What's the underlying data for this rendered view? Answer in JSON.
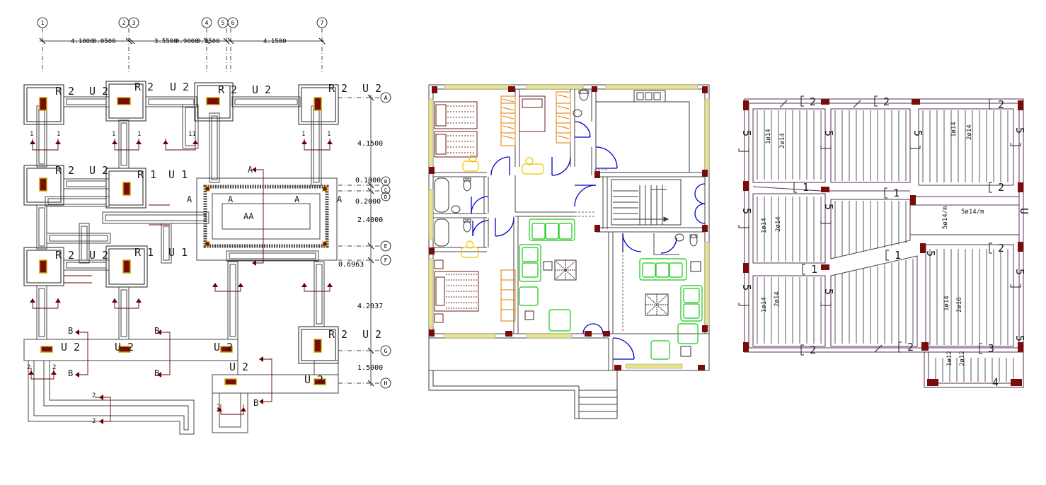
{
  "colors": {
    "wall": "#4a4a4a",
    "outline": "#3a3a3a",
    "column": "#7a0c0c",
    "section_mark": "#6b0000",
    "rebar": "#5a2d5a",
    "furniture_green": "#18c818",
    "wardrobe_orange": "#e07a00",
    "sanitary_yellow": "#f2c200",
    "window_yellow": "#e8e48a",
    "door_blue": "#0000c8",
    "hatch": "#4a4a4a",
    "text": "#000000"
  },
  "foundation_plan": {
    "grid_cols": [
      "1",
      "2",
      "3",
      "4",
      "5",
      "6",
      "7"
    ],
    "grid_rows": [
      "A",
      "B",
      "C",
      "D",
      "E",
      "F",
      "G",
      "H"
    ],
    "top_dims": [
      "4.1000",
      "0.0500",
      "3.5500",
      "0.9000",
      "0.2500",
      "4.1500"
    ],
    "right_dims": [
      "4.1500",
      "0.1000",
      "0.2000",
      "2.4000",
      "0.6963",
      "4.2037",
      "1.5000"
    ],
    "footing_labels": [
      "R 2",
      "U 2",
      "R 2",
      "U 2",
      "R 2",
      "U 2",
      "R 2",
      "U 2",
      "R 2",
      "U 2",
      "R 1",
      "U 1",
      "R 2",
      "U 2",
      "R 1",
      "U 1",
      "R 2",
      "U 2"
    ],
    "beam_labels": [
      "U 2",
      "U 2",
      "U 2",
      "U 2",
      "U 2"
    ],
    "section_marks": [
      "1",
      "1",
      "1",
      "1",
      "1",
      "1",
      "11",
      "A",
      "A",
      "A",
      "A",
      "A",
      "AA",
      "B",
      "B",
      "B",
      "B",
      "B",
      "2",
      "2",
      "2",
      "2",
      "2"
    ]
  },
  "slab_plan": {
    "labels": [
      "2",
      "2",
      "2",
      "5",
      "5",
      "5",
      "5",
      "1",
      "1",
      "2",
      "5",
      "5",
      "5",
      "U",
      "1",
      "2",
      "1",
      "5",
      "5",
      "5",
      "5",
      "2",
      "2",
      "3",
      "4"
    ],
    "rebar_labels": [
      "1ø14",
      "2ø14",
      "1ø14",
      "2ø14",
      "1ø14",
      "2ø14",
      "5ø14/m",
      "5ø14/m",
      "1ø14",
      "2ø14",
      "1ø14",
      "2ø16",
      "1ø12",
      "2ø12"
    ]
  }
}
